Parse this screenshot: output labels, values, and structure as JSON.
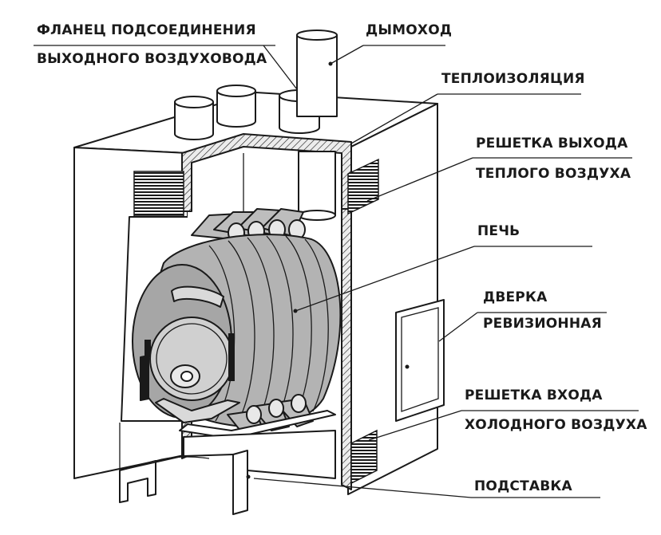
{
  "labels": {
    "flange_line1": "ФЛАНЕЦ ПОДСОЕДИНЕНИЯ",
    "flange_line2": "ВЫХОДНОГО ВОЗДУХОВОДА",
    "chimney": "ДЫМОХОД",
    "insulation": "ТЕПЛОИЗОЛЯЦИЯ",
    "outlet_grille_line1": "РЕШЕТКА ВЫХОДА",
    "outlet_grille_line2": "ТЕПЛОГО ВОЗДУХА",
    "stove": "ПЕЧЬ",
    "door_line1": "ДВЕРКА",
    "door_line2": "РЕВИЗИОННАЯ",
    "inlet_grille_line1": "РЕШЕТКА ВХОДА",
    "inlet_grille_line2": "ХОЛОДНОГО ВОЗДУХА",
    "stand": "ПОДСТАВКА"
  },
  "colors": {
    "outline": "#1a1a1a",
    "casing": "#ffffff",
    "shade": "#d9d9d9",
    "stove_body": "#b3b3b3",
    "insulation": "#e6e6e6"
  }
}
